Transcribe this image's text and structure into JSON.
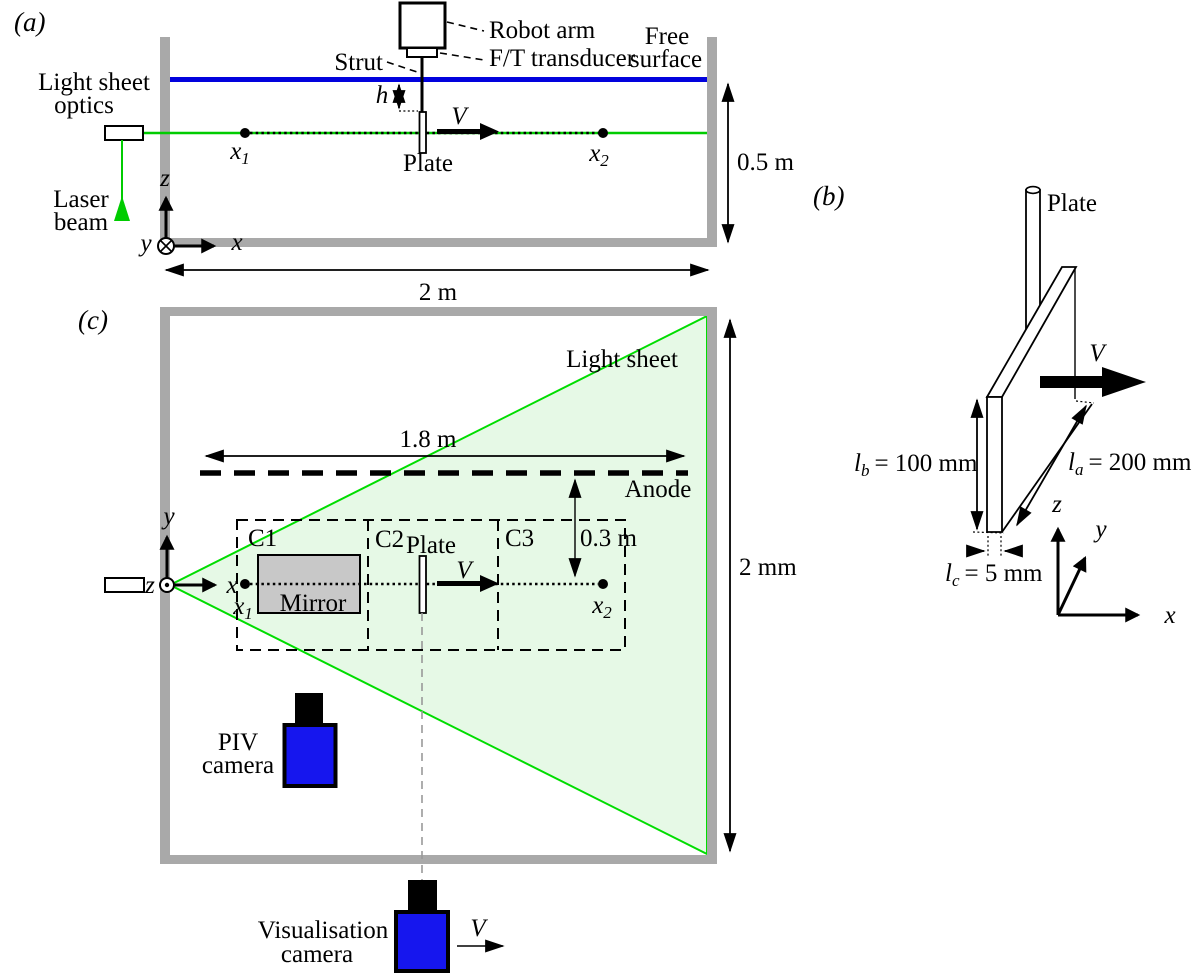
{
  "figure": {
    "type": "experimental-setup-schematic",
    "panels": [
      "(a) side view of towing tank",
      "(b) 3D plate geometry",
      "(c) top view of towing tank"
    ]
  },
  "colors": {
    "laser_green": "#00cc00",
    "sheet_edge_green": "#00dd00",
    "sheet_fill_green": "#e6f9e6",
    "water_blue": "#0202dd",
    "wall_gray": "#a9a9a9",
    "camera_blue": "#1616ee",
    "mirror_gray": "#c8c8c8",
    "trace_gray": "#999999"
  },
  "panel_a": {
    "tag": "(a)",
    "light_sheet_optics": [
      "Light sheet",
      "optics"
    ],
    "laser_beam": [
      "Laser",
      "beam"
    ],
    "strut": "Strut",
    "robot_arm": "Robot arm",
    "ft_transducer": "F/T transducer",
    "free_surface": [
      "Free",
      "surface"
    ],
    "h": "h",
    "velocity": "V",
    "plate": "Plate",
    "x1": {
      "sym": "x",
      "sub": "1"
    },
    "x2": {
      "sym": "x",
      "sub": "2"
    },
    "axes": {
      "x": "x",
      "y": "y",
      "z": "z"
    },
    "depth": "0.5 m",
    "length": "2 m"
  },
  "panel_b": {
    "tag": "(b)",
    "plate": "Plate",
    "velocity": "V",
    "lb": {
      "sym": "l",
      "sub": "b",
      "eq": "= 100 mm"
    },
    "la": {
      "sym": "l",
      "sub": "a",
      "eq": "= 200 mm"
    },
    "lc": {
      "sym": "l",
      "sub": "c",
      "eq": "= 5 mm"
    },
    "axes": {
      "x": "x",
      "y": "y",
      "z": "z"
    }
  },
  "panel_c": {
    "tag": "(c)",
    "light_sheet": "Light sheet",
    "anode": "Anode",
    "anode_length": "1.8 m",
    "anode_offset": "0.3 m",
    "tank_width": "2 mm",
    "zones": {
      "c1": "C1",
      "c2": "C2",
      "c3": "C3"
    },
    "mirror": "Mirror",
    "plate": "Plate",
    "velocity": "V",
    "x1": {
      "sym": "x",
      "sub": "1"
    },
    "x2": {
      "sym": "x",
      "sub": "2"
    },
    "axes": {
      "x": "x",
      "y": "y",
      "z": "z"
    },
    "piv_camera": [
      "PIV",
      "camera"
    ],
    "vis_camera": [
      "Visualisation",
      "camera"
    ],
    "vis_velocity": "V"
  }
}
